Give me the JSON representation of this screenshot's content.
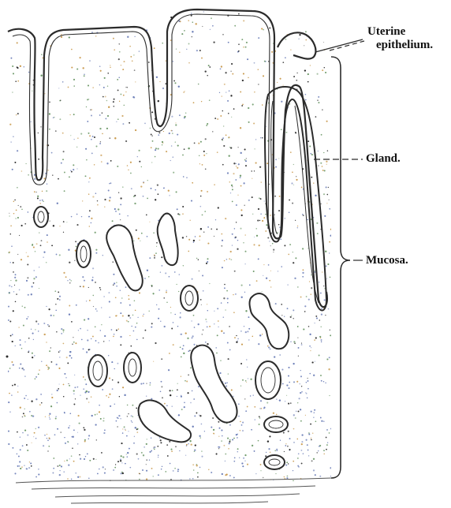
{
  "labels": {
    "uterine_line1": "Uterine",
    "uterine_line2": "epithelium.",
    "gland": "Gland.",
    "mucosa": "Mucosa."
  },
  "colors": {
    "ink": "#2b2b2b",
    "stipple_green": "#6f9a6a",
    "stipple_blue": "#6d7fb8",
    "stipple_orange": "#c99a4e",
    "background": "#ffffff"
  }
}
